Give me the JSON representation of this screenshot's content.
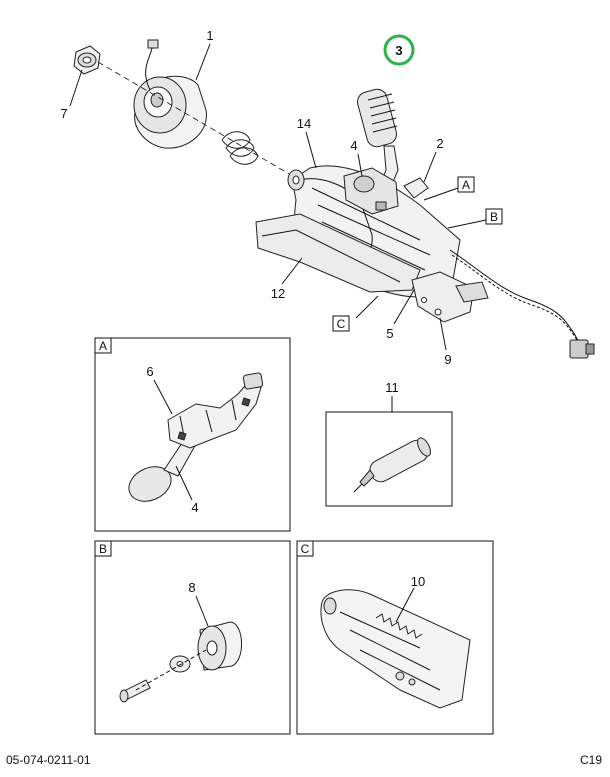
{
  "callouts": {
    "c1": "1",
    "c2": "2",
    "c3": "3",
    "c4": "4",
    "c5": "5",
    "c7": "7",
    "c9": "9",
    "c12": "12",
    "c14": "14",
    "a6": "6",
    "a4": "4",
    "d11": "11",
    "b8": "8",
    "c10": "10"
  },
  "detail_refs": {
    "A": "A",
    "B": "B",
    "C": "C"
  },
  "footer": {
    "doc_number": "05-074-0211-01",
    "sheet": "C19"
  },
  "colors": {
    "highlight": "#2db34a",
    "line": "#111111",
    "fill": "#f2f2f2"
  }
}
